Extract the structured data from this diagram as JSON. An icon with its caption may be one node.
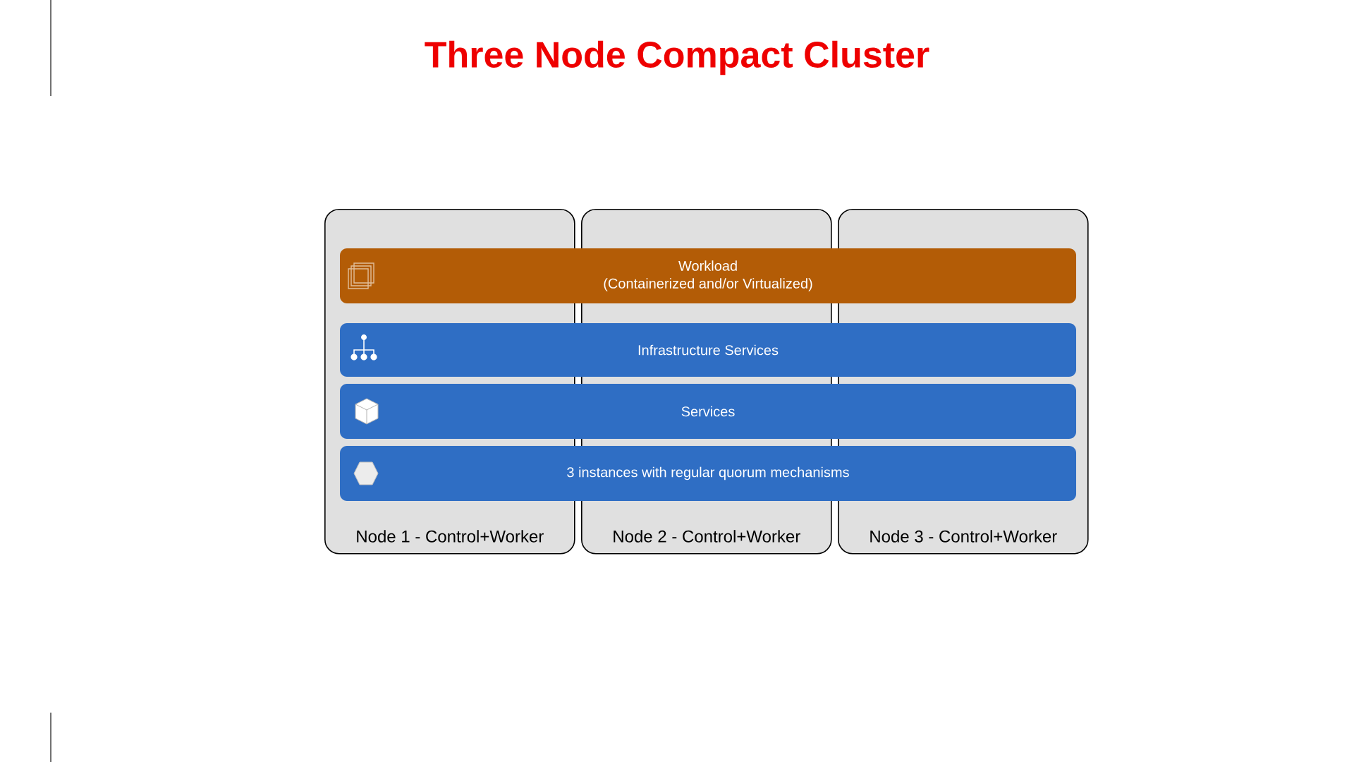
{
  "diagram": {
    "title": "Three Node Compact Cluster",
    "nodes": [
      {
        "text": [
          "Node 1 - Control+Worker"
        ]
      },
      {
        "text": [
          "Node 2 - Control+Worker"
        ]
      },
      {
        "text": [
          "Node 3 - Control+Worker"
        ]
      },
      {
        "text": [
          "Workload",
          "(Containerized and/or Virtualized)"
        ]
      },
      {
        "text": [
          "Infrastructure Services"
        ]
      },
      {
        "text": [
          "Services"
        ]
      },
      {
        "text": [
          "3 instances with regular quorum mechanisms"
        ]
      }
    ]
  }
}
